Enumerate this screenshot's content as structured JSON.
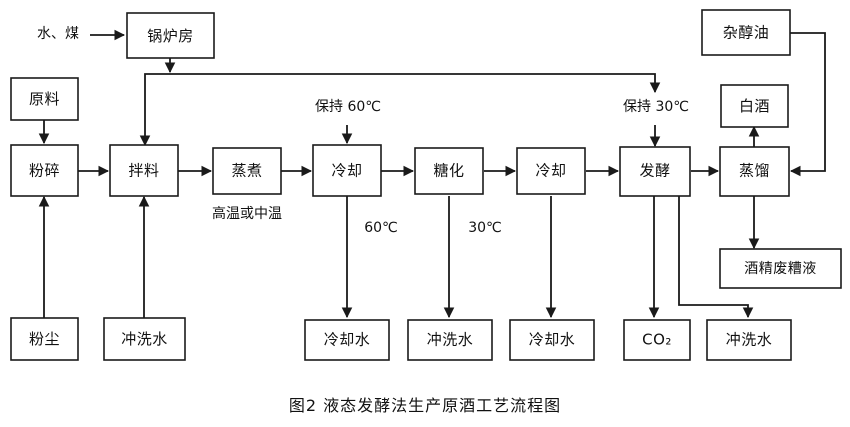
{
  "figure": {
    "caption": "图2  液态发酵法生产原酒工艺流程图",
    "background_color": "#ffffff",
    "line_color": "#1a1a1a"
  },
  "nodes": {
    "boiler_room": "锅炉房",
    "raw_material": "原料",
    "crushing": "粉碎",
    "mixing": "拌料",
    "steaming": "蒸煮",
    "cooling1": "冷却",
    "saccharification": "糖化",
    "cooling2": "冷却",
    "fermentation": "发酵",
    "distillation": "蒸馏",
    "fusel_oil": "杂醇油",
    "baijiu": "白酒",
    "alcohol_waste": "酒精废糟液",
    "dust": "粉尘",
    "wash_water_in": "冲洗水",
    "cooling_water1": "冷却水",
    "wash_water1": "冲洗水",
    "cooling_water2": "冷却水",
    "co2": "CO₂",
    "wash_water2": "冲洗水"
  },
  "labels": {
    "water_coal": "水、煤",
    "keep_60": "保持 60℃",
    "keep_30": "保持 30℃",
    "high_or_mid_temp": "高温或中温",
    "temp_60": "60℃",
    "temp_30": "30℃"
  }
}
